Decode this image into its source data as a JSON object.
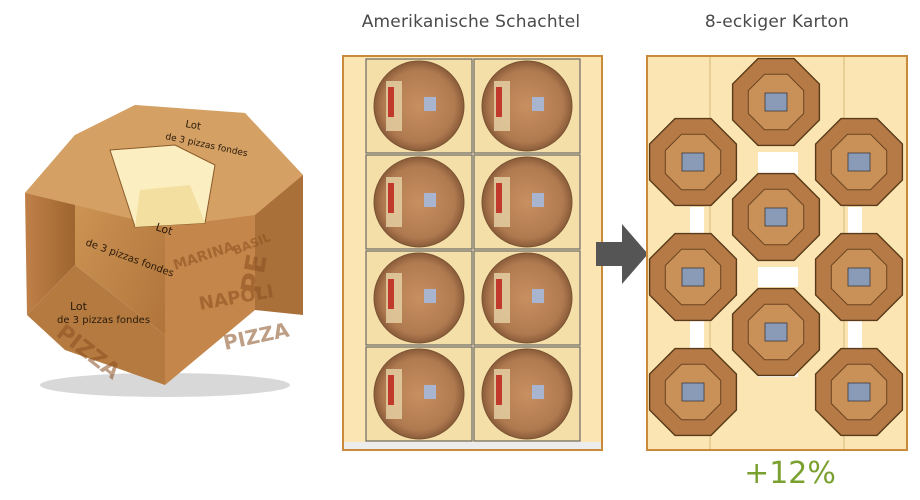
{
  "labels": {
    "american_box": "Amerikanische Schachtel",
    "octagon_box": "8-eckiger Karton",
    "gain": "+12%"
  },
  "box_print": {
    "line1": "Lot",
    "line2": "de 3 pizzas fondes"
  },
  "colors": {
    "panel_border": "#c98a3c",
    "panel_fill": "#fbe6b3",
    "cardboard": "#c8894a",
    "arrow": "#555555",
    "gain": "#7aa030"
  }
}
